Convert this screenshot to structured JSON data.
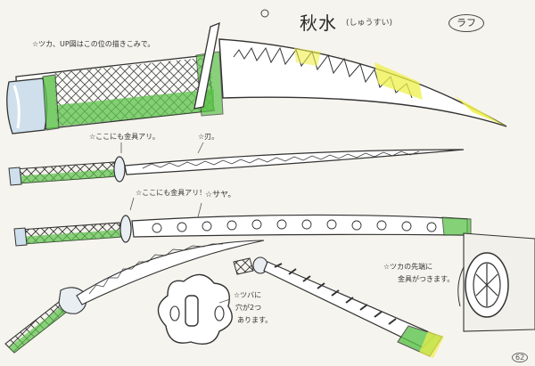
{
  "sheet": {
    "title": "秋水",
    "title_reading": "(しゅうすい)",
    "stamp": "ラフ",
    "page_number": "62"
  },
  "notes": {
    "tsuka_up": "☆ツカ、UP図はこの位の描きこみで。",
    "tetsu_1": "☆ここにも金具アリ。",
    "ha": "☆刃。",
    "tetsu_2": "☆ここにも金具アリ！",
    "saya": "☆サヤ。",
    "tsuba_l1": "☆ツバに",
    "tsuba_l2": "穴が2つ",
    "tsuba_l3": "あります。",
    "tsuka_end_l1": "☆ツカの先端に",
    "tsuka_end_l2": "金具がつきます。"
  },
  "colors": {
    "ink": "#2a2a2a",
    "wrap_green": "#5cc24a",
    "highlight_yellow": "#eef04a",
    "steel_blue": "#bcd4e6",
    "paper": "#f6f4ee"
  }
}
